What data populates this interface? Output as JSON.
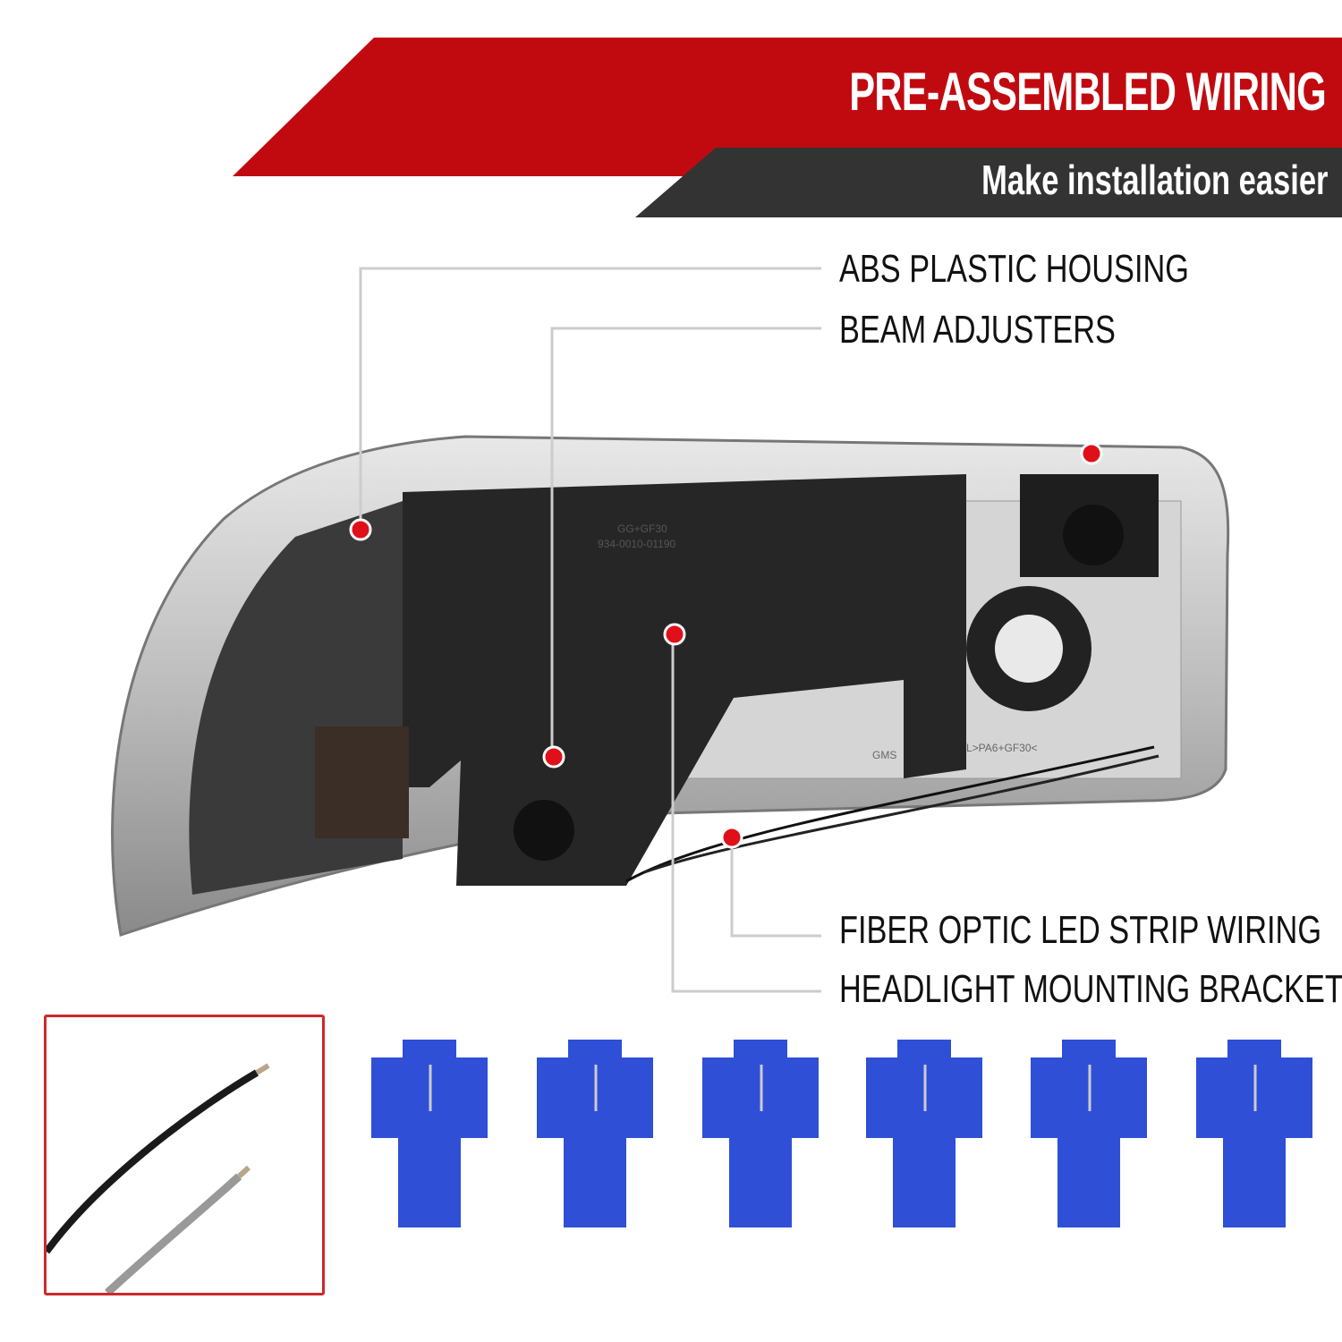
{
  "header": {
    "title": "PRE-ASSEMBLED WIRING",
    "subtitle": "Make installation easier",
    "colors": {
      "title_band": "#c10a10",
      "subtitle_band": "#333333",
      "callout_dot": "#e0101a",
      "inset_border": "#d0282c",
      "connector": "#2f4fd6"
    }
  },
  "callouts": [
    {
      "label": "ABS PLASTIC HOUSING"
    },
    {
      "label": "BEAM ADJUSTERS"
    },
    {
      "label": "FIBER OPTIC LED STRIP WIRING"
    },
    {
      "label": "HEADLIGHT MOUNTING BRACKET"
    }
  ],
  "product_markings": [
    "GG+GF30",
    "934-0010-01190",
    "GMS",
    "L>PA6+GF30<"
  ],
  "accessories": {
    "wire_inset": "wire-pair-icon",
    "connectors": [
      "tap-connector-icon",
      "tap-connector-icon",
      "tap-connector-icon",
      "tap-connector-icon",
      "tap-connector-icon",
      "tap-connector-icon"
    ]
  }
}
